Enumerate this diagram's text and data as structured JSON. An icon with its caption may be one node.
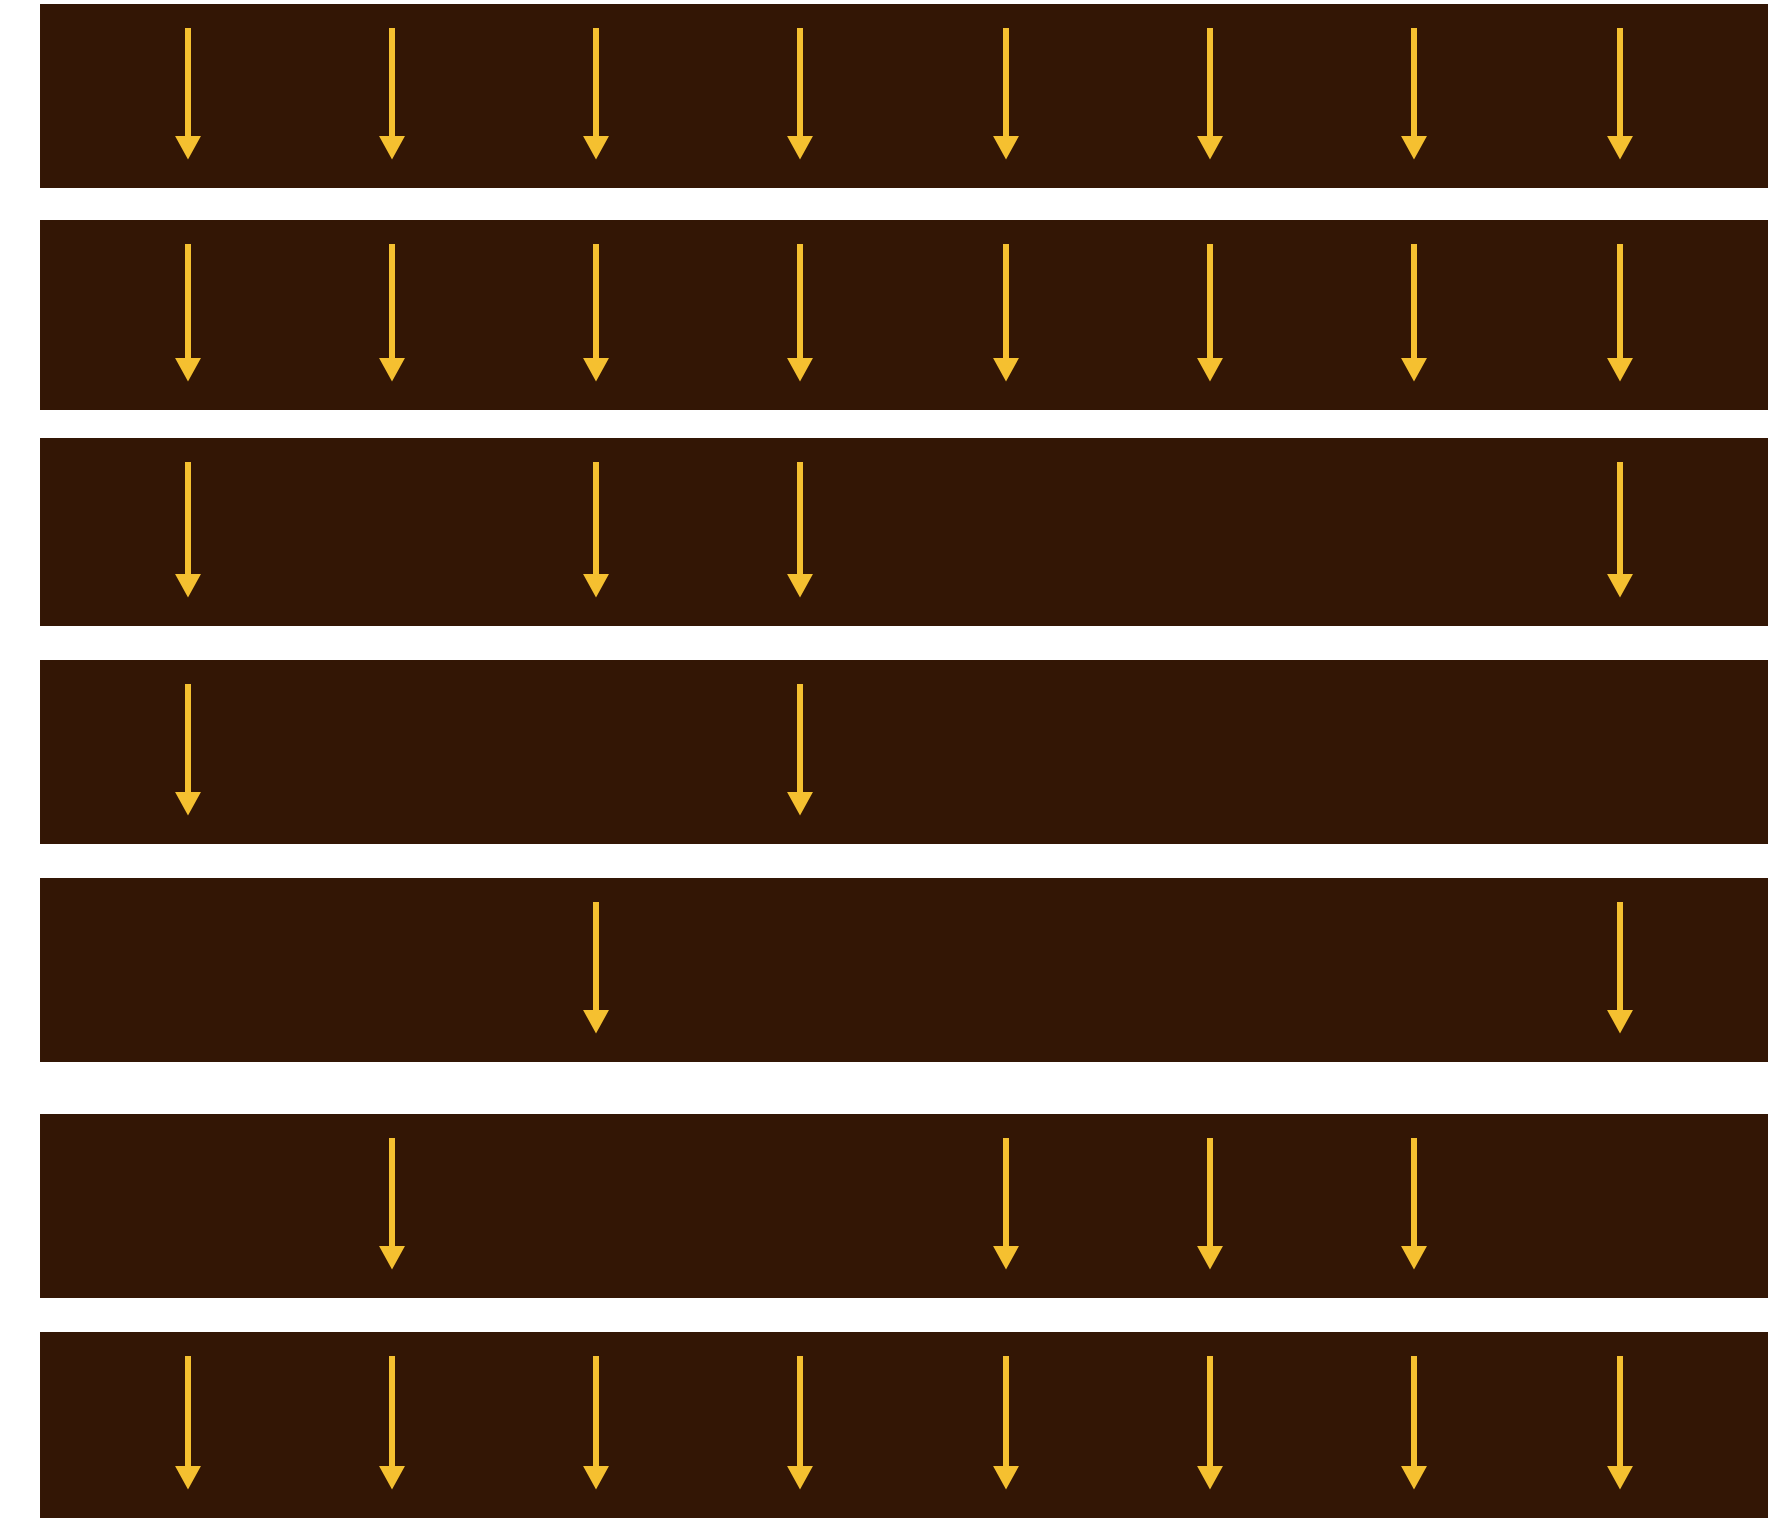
{
  "diagram": {
    "nodes": [
      {
        "text": [],
        "shape": "bar"
      },
      {
        "text": [],
        "shape": "bar"
      },
      {
        "text": [],
        "shape": "bar"
      },
      {
        "text": [],
        "shape": "bar"
      },
      {
        "text": [],
        "shape": "bar"
      },
      {
        "text": [],
        "shape": "bar"
      },
      {
        "text": [],
        "shape": "bar"
      }
    ]
  }
}
